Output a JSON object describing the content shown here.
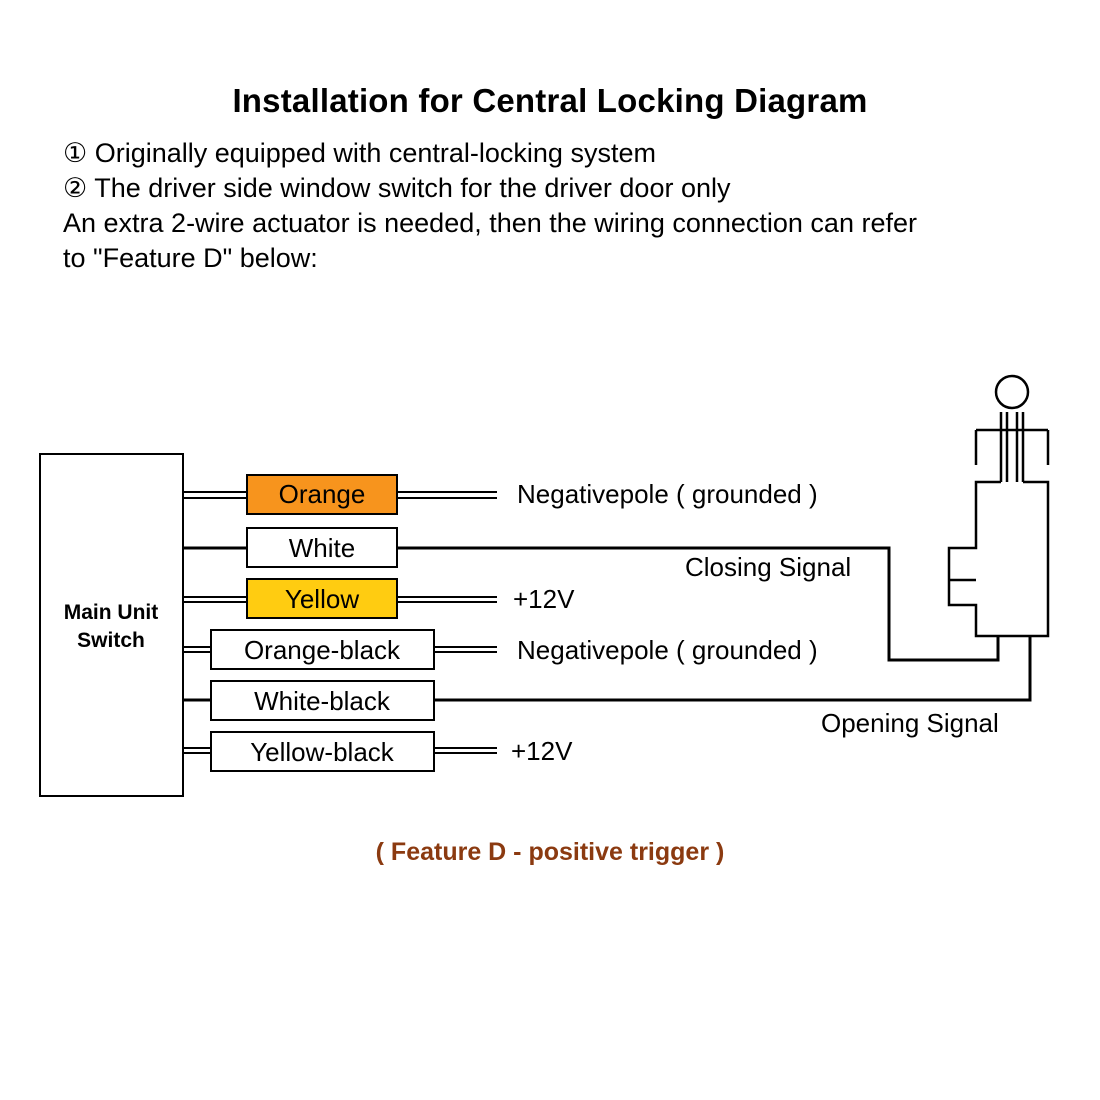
{
  "title": "Installation for Central Locking Diagram",
  "notes": [
    "① Originally equipped with central-locking system",
    "② The driver side window switch for the driver door only",
    "An extra 2-wire actuator is needed, then the wiring connection can refer",
    "to \"Feature D\" below:"
  ],
  "main_unit": {
    "label_line1": "Main Unit",
    "label_line2": "Switch"
  },
  "wires": [
    {
      "label": "Orange",
      "fill": "#F7941D",
      "end_label": "Negativepole ( grounded )"
    },
    {
      "label": "White",
      "fill": "#FFFFFF",
      "end_label": ""
    },
    {
      "label": "Yellow",
      "fill": "#FFCC11",
      "end_label": "+12V"
    },
    {
      "label": "Orange-black",
      "fill": "#FFFFFF",
      "end_label": "Negativepole ( grounded )"
    },
    {
      "label": "White-black",
      "fill": "#FFFFFF",
      "end_label": ""
    },
    {
      "label": "Yellow-black",
      "fill": "#FFFFFF",
      "end_label": "+12V"
    }
  ],
  "signals": {
    "closing": "Closing Signal",
    "opening": "Opening Signal"
  },
  "caption": "( Feature D - positive trigger )",
  "colors": {
    "caption": "#8B3A10",
    "line": "#000000"
  }
}
